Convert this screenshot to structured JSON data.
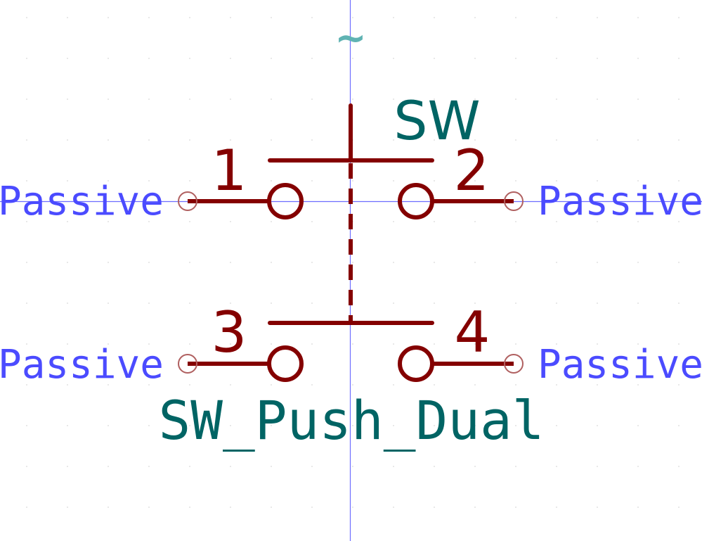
{
  "component": {
    "reference": "SW",
    "value": "SW_Push_Dual",
    "footprint_marker": "~"
  },
  "pins": [
    {
      "number": "1",
      "type": "Passive"
    },
    {
      "number": "2",
      "type": "Passive"
    },
    {
      "number": "3",
      "type": "Passive"
    },
    {
      "number": "4",
      "type": "Passive"
    }
  ],
  "colors": {
    "body": "#840000",
    "pin_end": "#b06060",
    "pin_type_text": "#4b4bff",
    "field_text": "#006464",
    "tilde_text": "#5fb3b3",
    "axis": "#6e6eff",
    "grid_dot": "#d8d8d8"
  }
}
